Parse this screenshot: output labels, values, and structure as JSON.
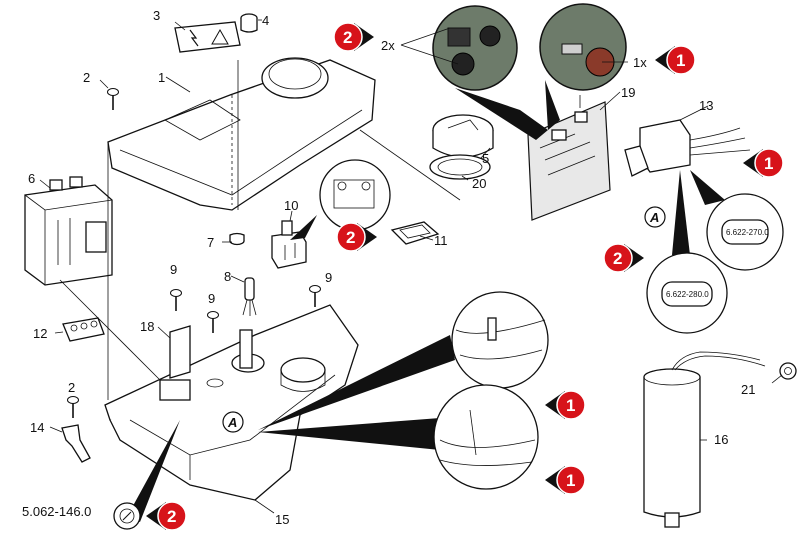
{
  "callouts": {
    "p1": "1",
    "p2": "2",
    "p2b": "2",
    "p3": "3",
    "p4": "4",
    "p5": "5",
    "p6": "6",
    "p7": "7",
    "p8": "8",
    "p9a": "9",
    "p9b": "9",
    "p9c": "9",
    "p10": "10",
    "p11": "11",
    "p12": "12",
    "p13": "13",
    "p14": "14",
    "p15": "15",
    "p16": "16",
    "p18": "18",
    "p19": "19",
    "p20": "20",
    "p21": "21"
  },
  "quantities": {
    "two": "2x",
    "one": "1x"
  },
  "part_number": "5.062-146.0",
  "component_labels": {
    "upper": "6.622-270.0",
    "lower": "6.622-280.0"
  },
  "circle_marker": "A",
  "badges": {
    "b1": "1",
    "b2": "2"
  }
}
